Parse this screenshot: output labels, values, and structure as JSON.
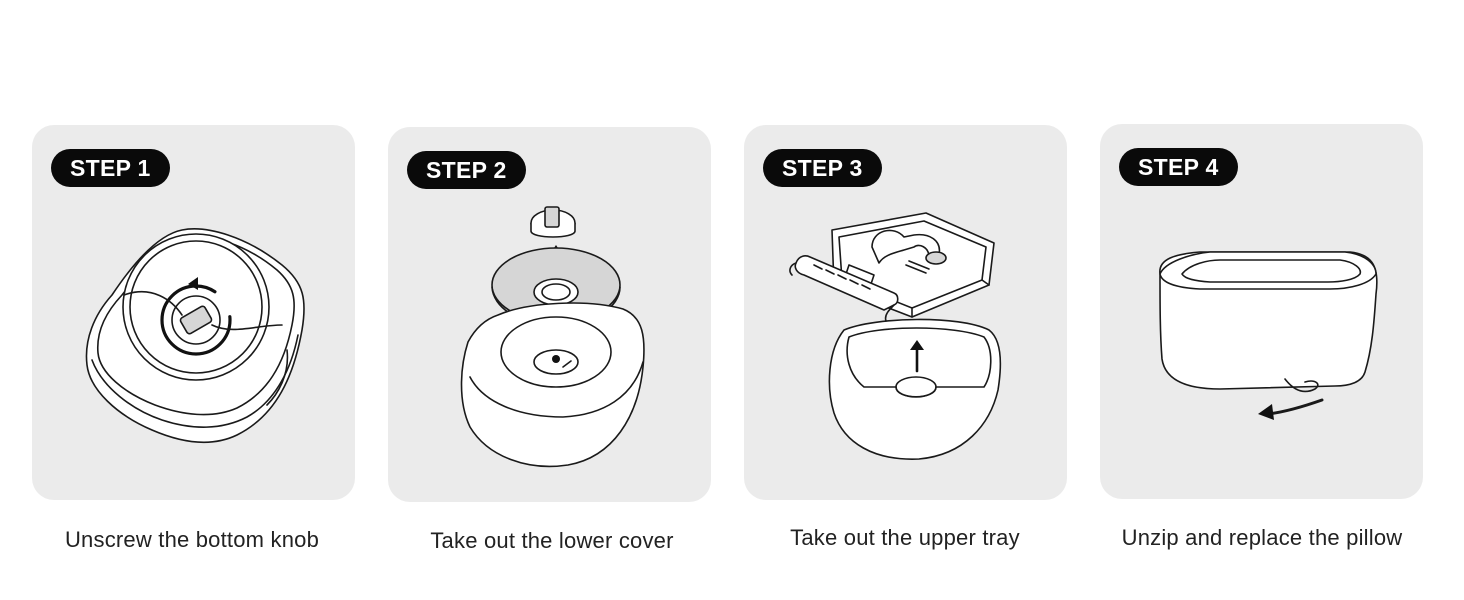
{
  "steps": [
    {
      "badge": "STEP 1",
      "caption": "Unscrew the bottom knob",
      "icon": "knob-unscrew-icon"
    },
    {
      "badge": "STEP 2",
      "caption": "Take out the lower cover",
      "icon": "lower-cover-icon"
    },
    {
      "badge": "STEP 3",
      "caption": "Take out the upper tray",
      "icon": "upper-tray-icon"
    },
    {
      "badge": "STEP 4",
      "caption": "Unzip and replace the pillow",
      "icon": "pillow-unzip-icon"
    }
  ],
  "colors": {
    "panel": "#ebebeb",
    "badge": "#0a0a0a",
    "badge_text": "#ffffff",
    "caption_text": "#222222"
  }
}
